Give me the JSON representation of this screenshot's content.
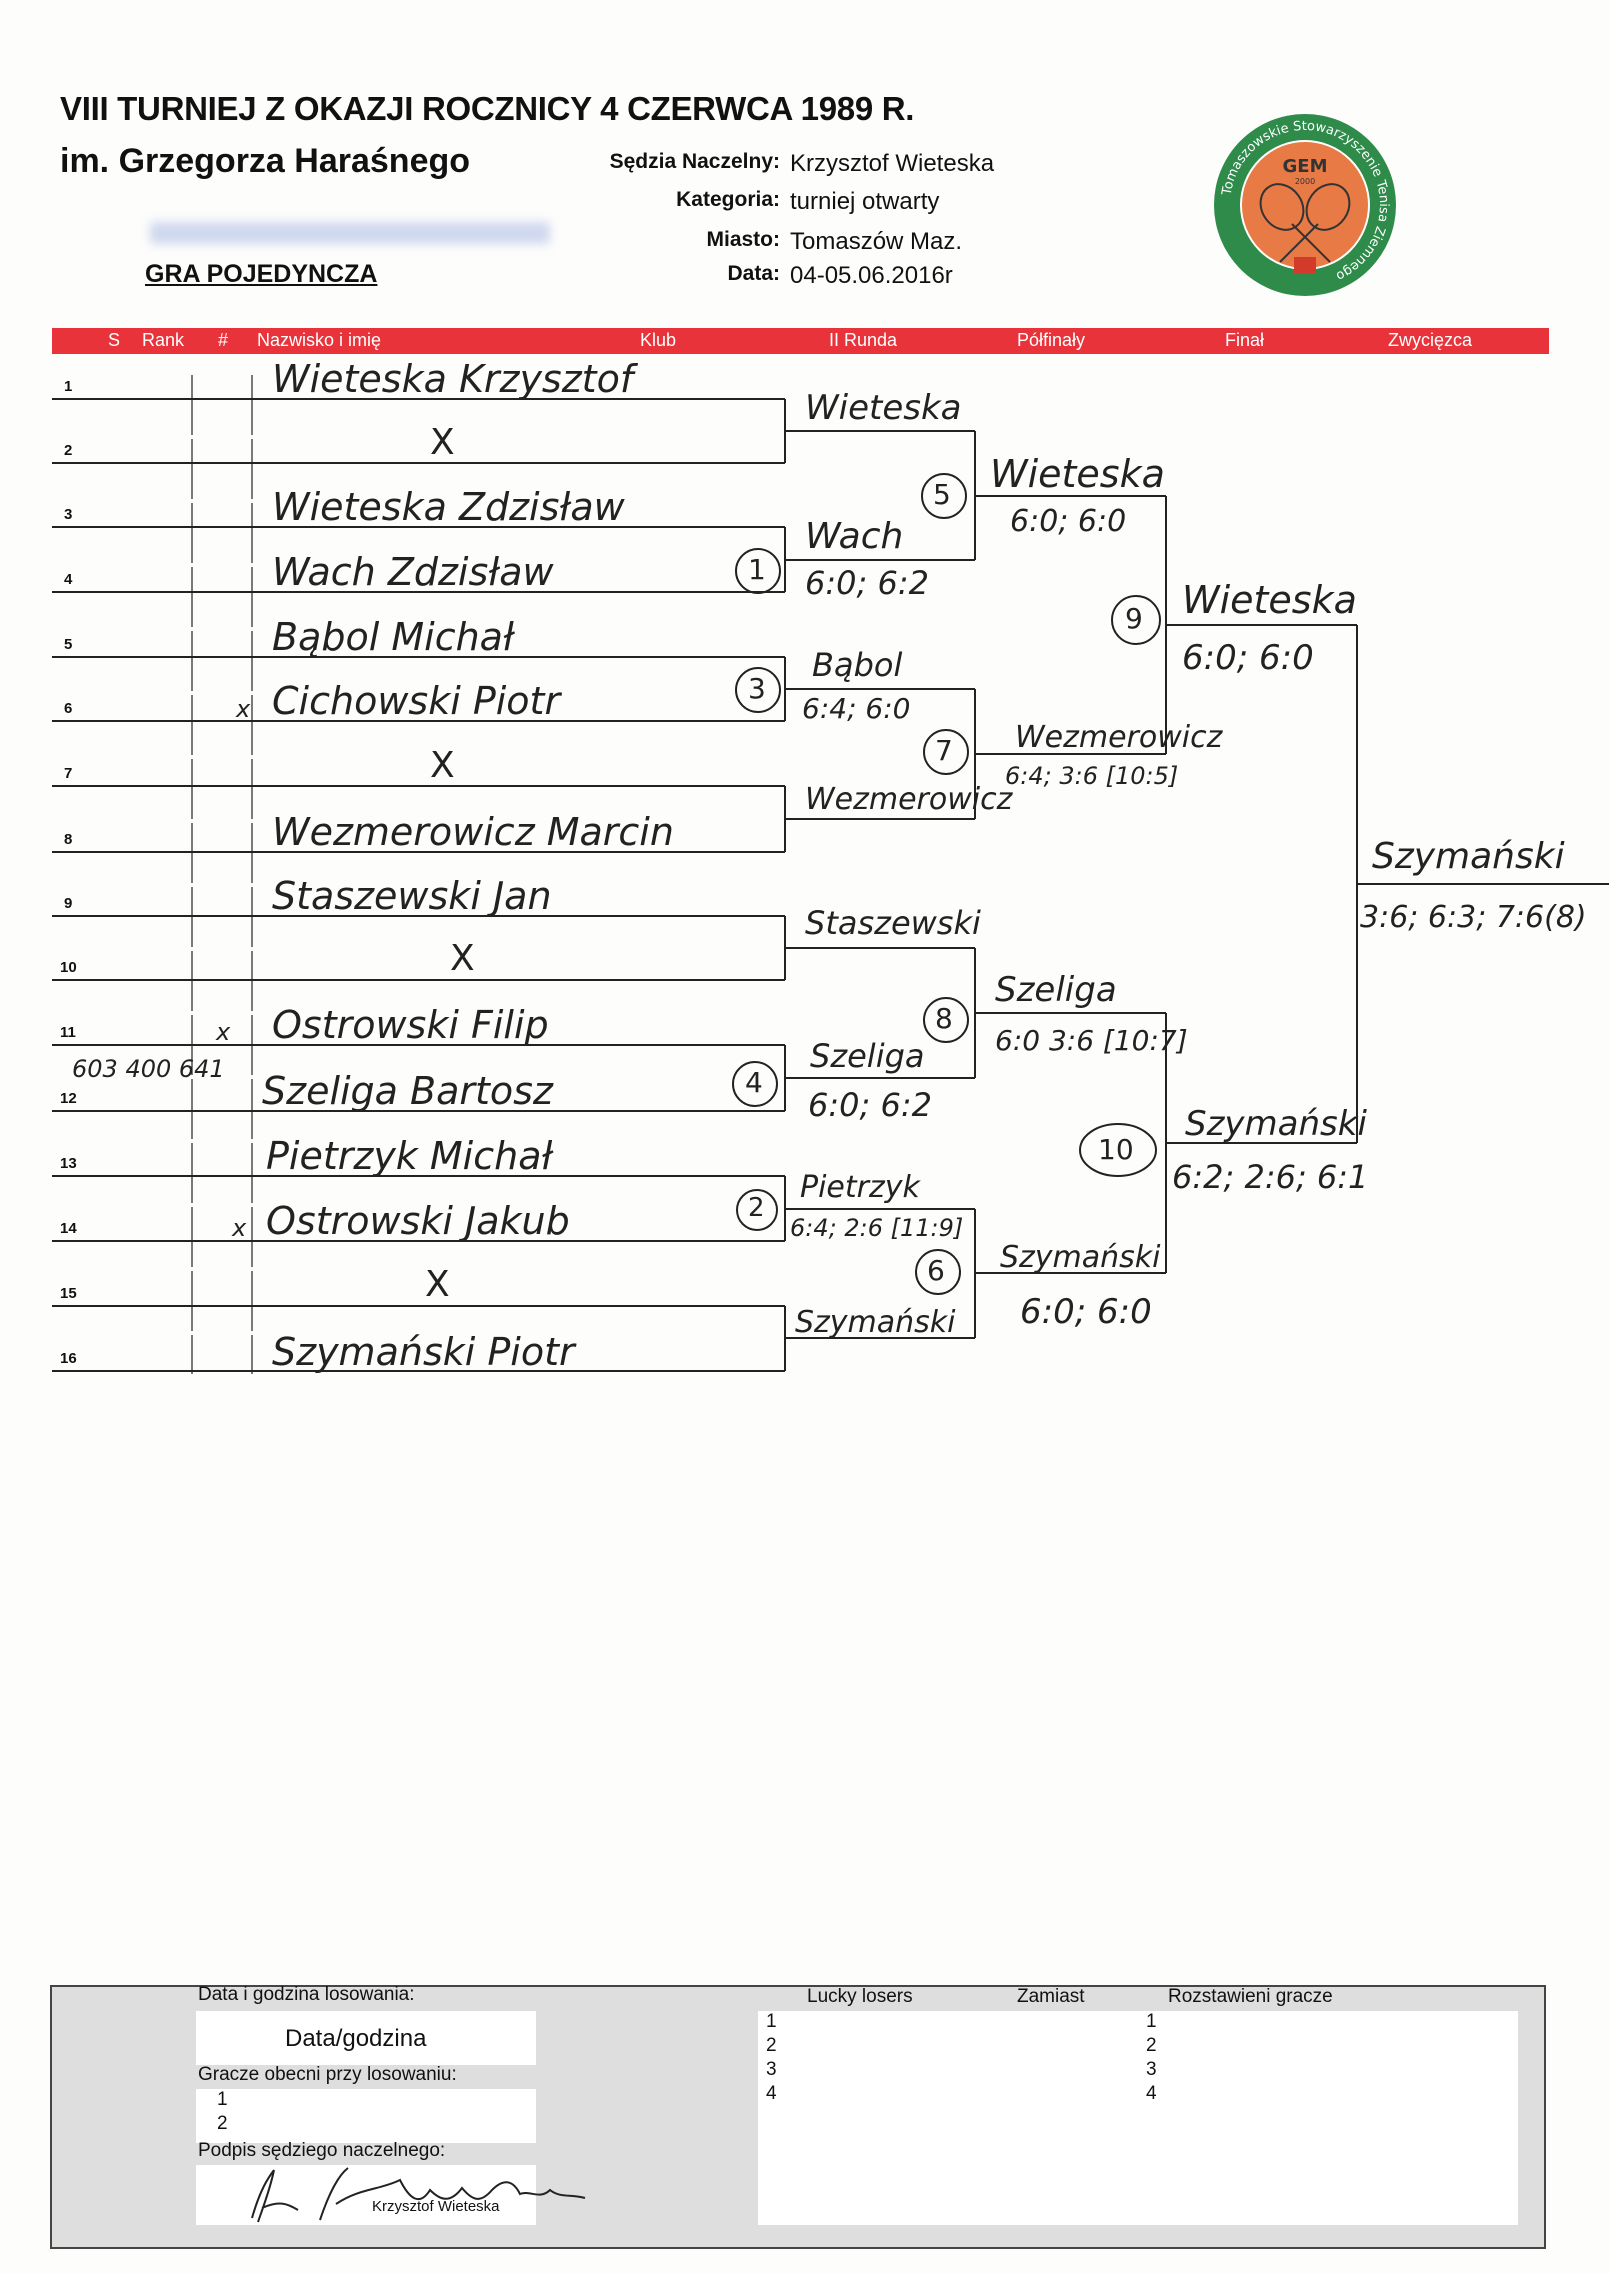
{
  "header": {
    "title": "VIII TURNIEJ Z OKAZJI ROCZNICY 4 CZERWCA 1989 R.",
    "subtitle": "im. Grzegorza Haraśnego",
    "event_type": "GRA POJEDYNCZA",
    "info": [
      {
        "label": "Sędzia Naczelny:",
        "value": "Krzysztof Wieteska"
      },
      {
        "label": "Kategoria:",
        "value": "turniej otwarty"
      },
      {
        "label": "Miasto:",
        "value": "Tomaszów Maz."
      },
      {
        "label": "Data:",
        "value": "04-05.06.2016r"
      }
    ]
  },
  "logo": {
    "text_ring": "Tomaszowskie Stowarzyszenie Tenisa Ziemnego",
    "acronym": "GEM",
    "year": "2000",
    "colors": {
      "ring": "#2e8b4a",
      "center": "#e87a45"
    }
  },
  "table_header": {
    "columns": [
      "S",
      "Rank",
      "#",
      "Nazwisko i imię",
      "Klub",
      "II Runda",
      "Półfinały",
      "Finał",
      "Zwycięzca"
    ],
    "color": "#e8333b"
  },
  "seeds": [
    "1",
    "2",
    "3",
    "4",
    "5",
    "6",
    "7",
    "8",
    "9",
    "10",
    "11",
    "12",
    "13",
    "14",
    "15",
    "16"
  ],
  "players": [
    "Wieteska Krzysztof",
    "X",
    "Wieteska Zdzisław",
    "Wach Zdzisław",
    "Bąbol Michał",
    "Cichowski Piotr",
    "X",
    "Wezmerowicz Marcin",
    "Staszewski Jan",
    "X",
    "Ostrowski Filip",
    "Szeliga Bartosz",
    "Pietrzyk Michał",
    "Ostrowski Jakub",
    "X",
    "Szymański Piotr"
  ],
  "side_notes": {
    "phone": "603 400 641",
    "tick": "x"
  },
  "round2": [
    {
      "winner": "Wieteska",
      "court": "",
      "score": ""
    },
    {
      "winner": "Wach",
      "court": "1",
      "score": "6:0; 6:2"
    },
    {
      "winner": "Bąbol",
      "court": "3",
      "score": "6:4; 6:0"
    },
    {
      "winner": "Wezmerowicz",
      "court": "",
      "score": ""
    },
    {
      "winner": "Staszewski",
      "court": "",
      "score": ""
    },
    {
      "winner": "Szeliga",
      "court": "4",
      "score": "6:0; 6:2"
    },
    {
      "winner": "Pietrzyk",
      "court": "2",
      "score": "6:4; 2:6 [11:9]"
    },
    {
      "winner": "Szymański",
      "court": "",
      "score": ""
    }
  ],
  "quarterfinals": [
    {
      "winner": "Wieteska",
      "court": "5",
      "score": "6:0; 6:0"
    },
    {
      "winner": "Wezmerowicz",
      "court": "7",
      "score": "6:4; 3:6 [10:5]"
    },
    {
      "winner": "Szeliga",
      "court": "8",
      "score": "6:0 3:6 [10:7]"
    },
    {
      "winner": "Szymański",
      "court": "6",
      "score": "6:0; 6:0"
    }
  ],
  "semifinals": [
    {
      "winner": "Wieteska",
      "court": "9",
      "score": "6:0; 6:0"
    },
    {
      "winner": "Szymański",
      "court": "10",
      "score": "6:2; 2:6; 6:1"
    }
  ],
  "final": {
    "winner": "Szymański",
    "score": "3:6; 6:3; 7:6(8)"
  },
  "footer": {
    "draw_date_label": "Data i godzina losowania:",
    "draw_date_value": "Data/godzina",
    "present_label": "Gracze obecni przy losowaniu:",
    "present": [
      "1",
      "2"
    ],
    "referee_signature_label": "Podpis sędziego naczelnego:",
    "referee_name": "Krzysztof Wieteska",
    "lucky_losers_label": "Lucky losers",
    "lucky_losers": [
      "1",
      "2",
      "3",
      "4"
    ],
    "instead_label": "Zamiast",
    "seeded_label": "Rozstawieni gracze",
    "seeded": [
      "1",
      "2",
      "3",
      "4"
    ]
  }
}
